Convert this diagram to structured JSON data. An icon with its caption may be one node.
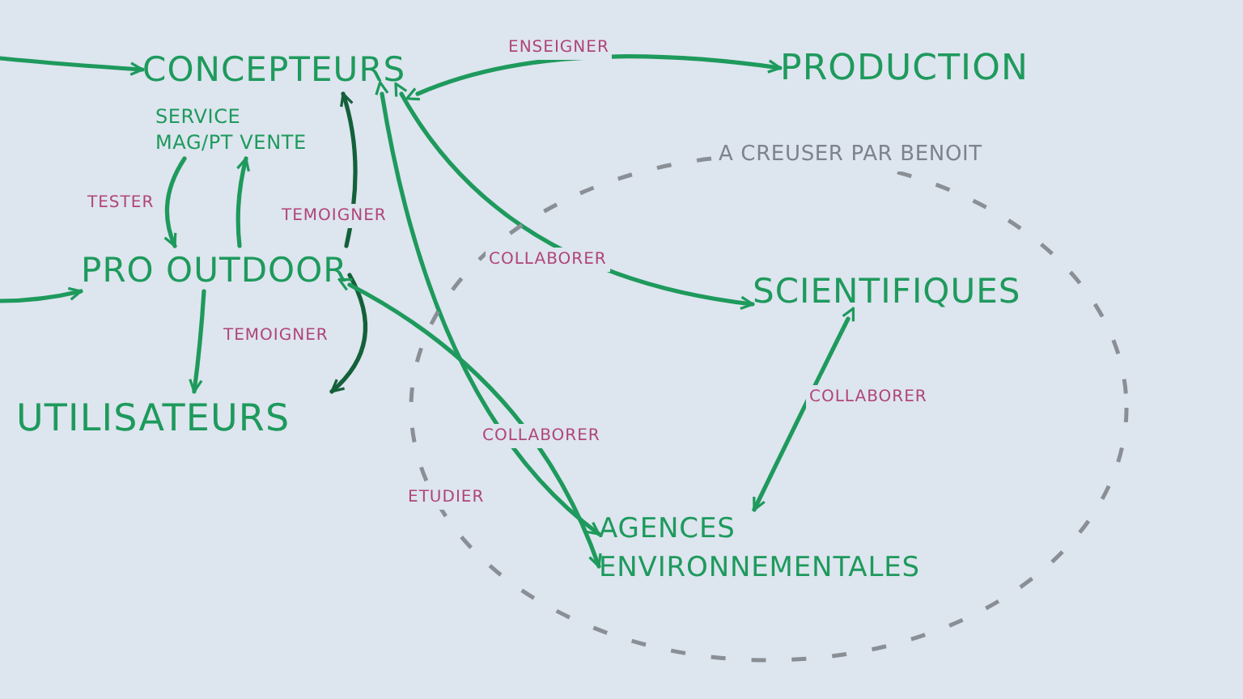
{
  "diagram": {
    "nodes": [
      {
        "text": [
          "CONCEPTEURS"
        ]
      },
      {
        "text": [
          "SERVICE MAG/PT VENTE"
        ]
      },
      {
        "text": [
          "PRO OUTDOOR"
        ]
      },
      {
        "text": [
          "UTILISATEURS"
        ]
      },
      {
        "text": [
          "PRODUCTION"
        ]
      },
      {
        "text": [
          "A CREUSER PAR BENOIT"
        ]
      },
      {
        "text": [
          "SCIENTIFIQUES"
        ],
        "in": 5
      },
      {
        "text": [
          "AGENCES ENVIRONNEMENTALES"
        ],
        "in": 5
      }
    ],
    "edges": [
      {
        "from": null,
        "to": 0,
        "arrow": "to"
      },
      {
        "from": null,
        "to": 2,
        "arrow": "to"
      },
      {
        "from": 0,
        "to": 4,
        "arrow": "both",
        "label": "ENSEIGNER"
      },
      {
        "from": 1,
        "to": 2,
        "arrow": "to",
        "label": "TESTER"
      },
      {
        "from": 2,
        "to": 1,
        "arrow": "to"
      },
      {
        "from": 2,
        "to": 0,
        "arrow": "to",
        "label": "TEMOIGNER",
        "color": "#14603a"
      },
      {
        "from": 2,
        "to": 3,
        "arrow": "to",
        "label": "TEMOIGNER"
      },
      {
        "from": 2,
        "to": 3,
        "arrow": "to",
        "color": "#14603a"
      },
      {
        "from": 0,
        "to": 6,
        "arrow": "both",
        "label": "COLLABORER"
      },
      {
        "from": 0,
        "to": 7,
        "arrow": "both",
        "label": "COLLABORER"
      },
      {
        "from": 2,
        "to": 7,
        "arrow": "both",
        "label": "ETUDIER"
      },
      {
        "from": 6,
        "to": 7,
        "arrow": "both",
        "label": "COLLABORER"
      }
    ]
  }
}
